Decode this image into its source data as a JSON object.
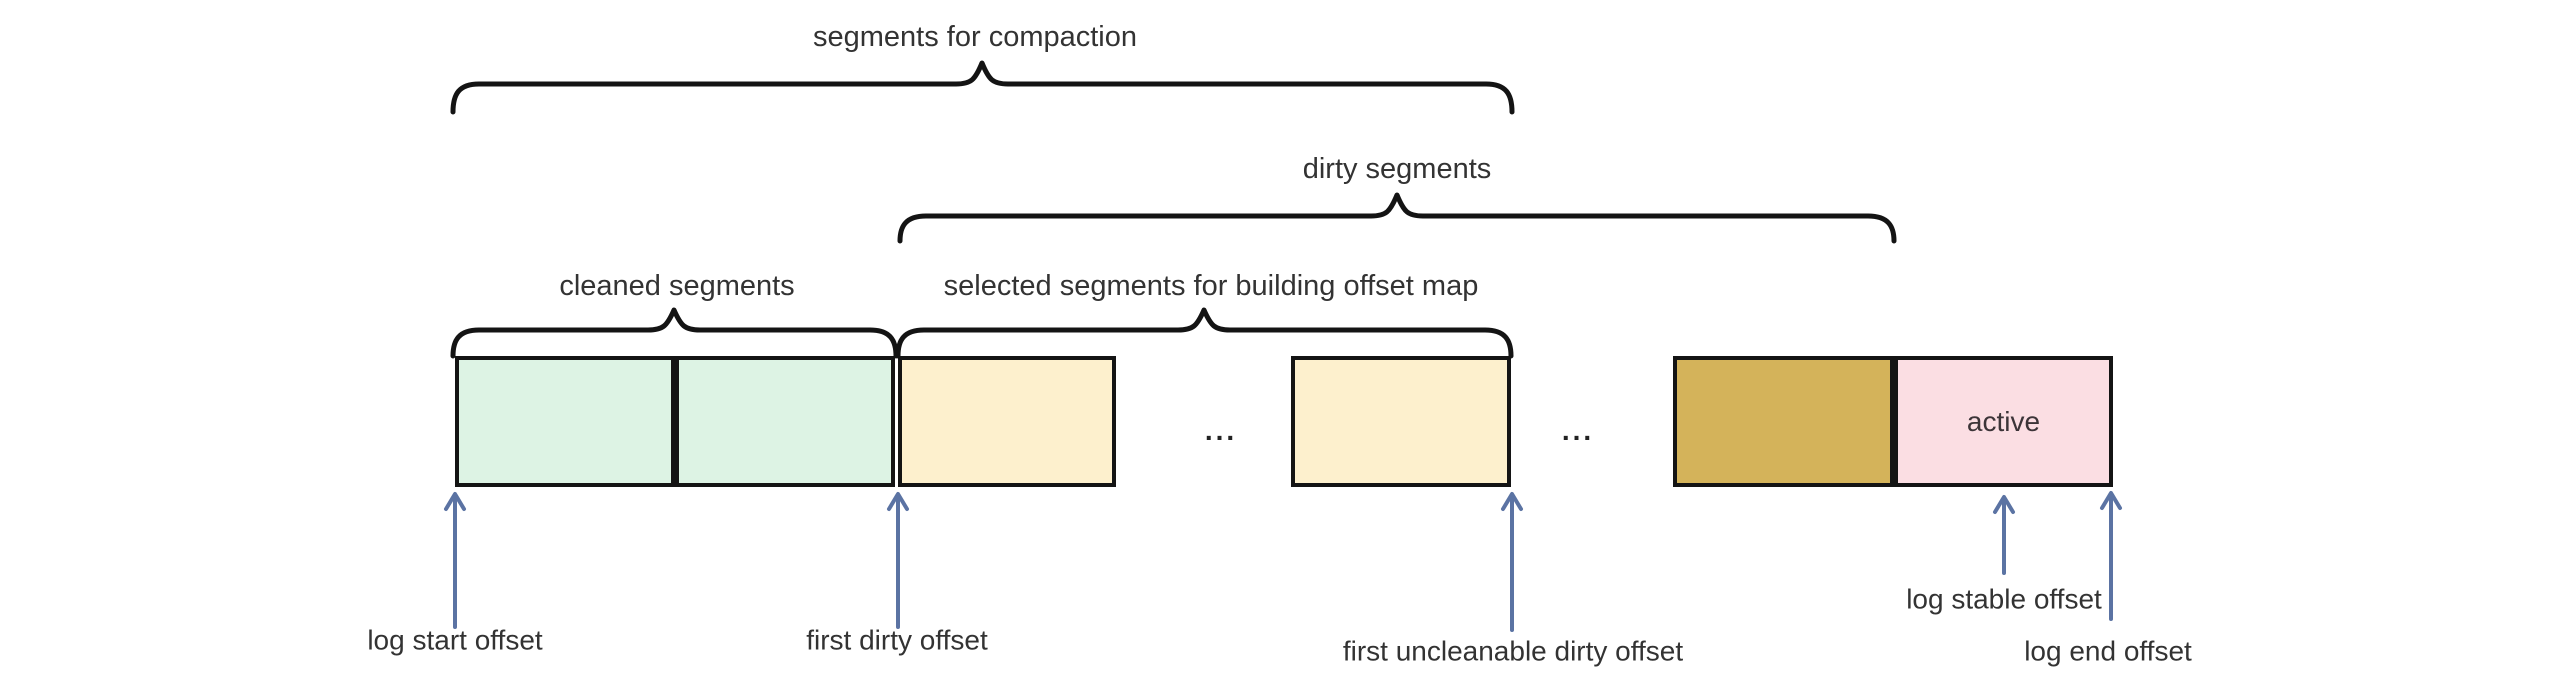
{
  "colors": {
    "background": "#ffffff",
    "brace": "#141414",
    "arrow": "#5b73a3",
    "label_text": "#333333",
    "box_border": "#141414",
    "cleaned_segment_fill": "#ddf3e4",
    "dirty_segment_fill": "#fdf0cd",
    "uncleanable_segment_fill": "#d4b35a",
    "active_segment_fill": "#fbdee3"
  },
  "braces": {
    "compaction_label": "segments for compaction",
    "dirty_label": "dirty segments",
    "cleaned_label": "cleaned segments",
    "selected_label": "selected segments for building offset map"
  },
  "segments": {
    "active_label": "active",
    "ellipsis_1": "...",
    "ellipsis_2": "..."
  },
  "offsets": {
    "log_start": "log start offset",
    "first_dirty": "first dirty offset",
    "first_uncleanable": "first uncleanable dirty offset",
    "log_stable": "log stable offset",
    "log_end": "log end offset"
  }
}
